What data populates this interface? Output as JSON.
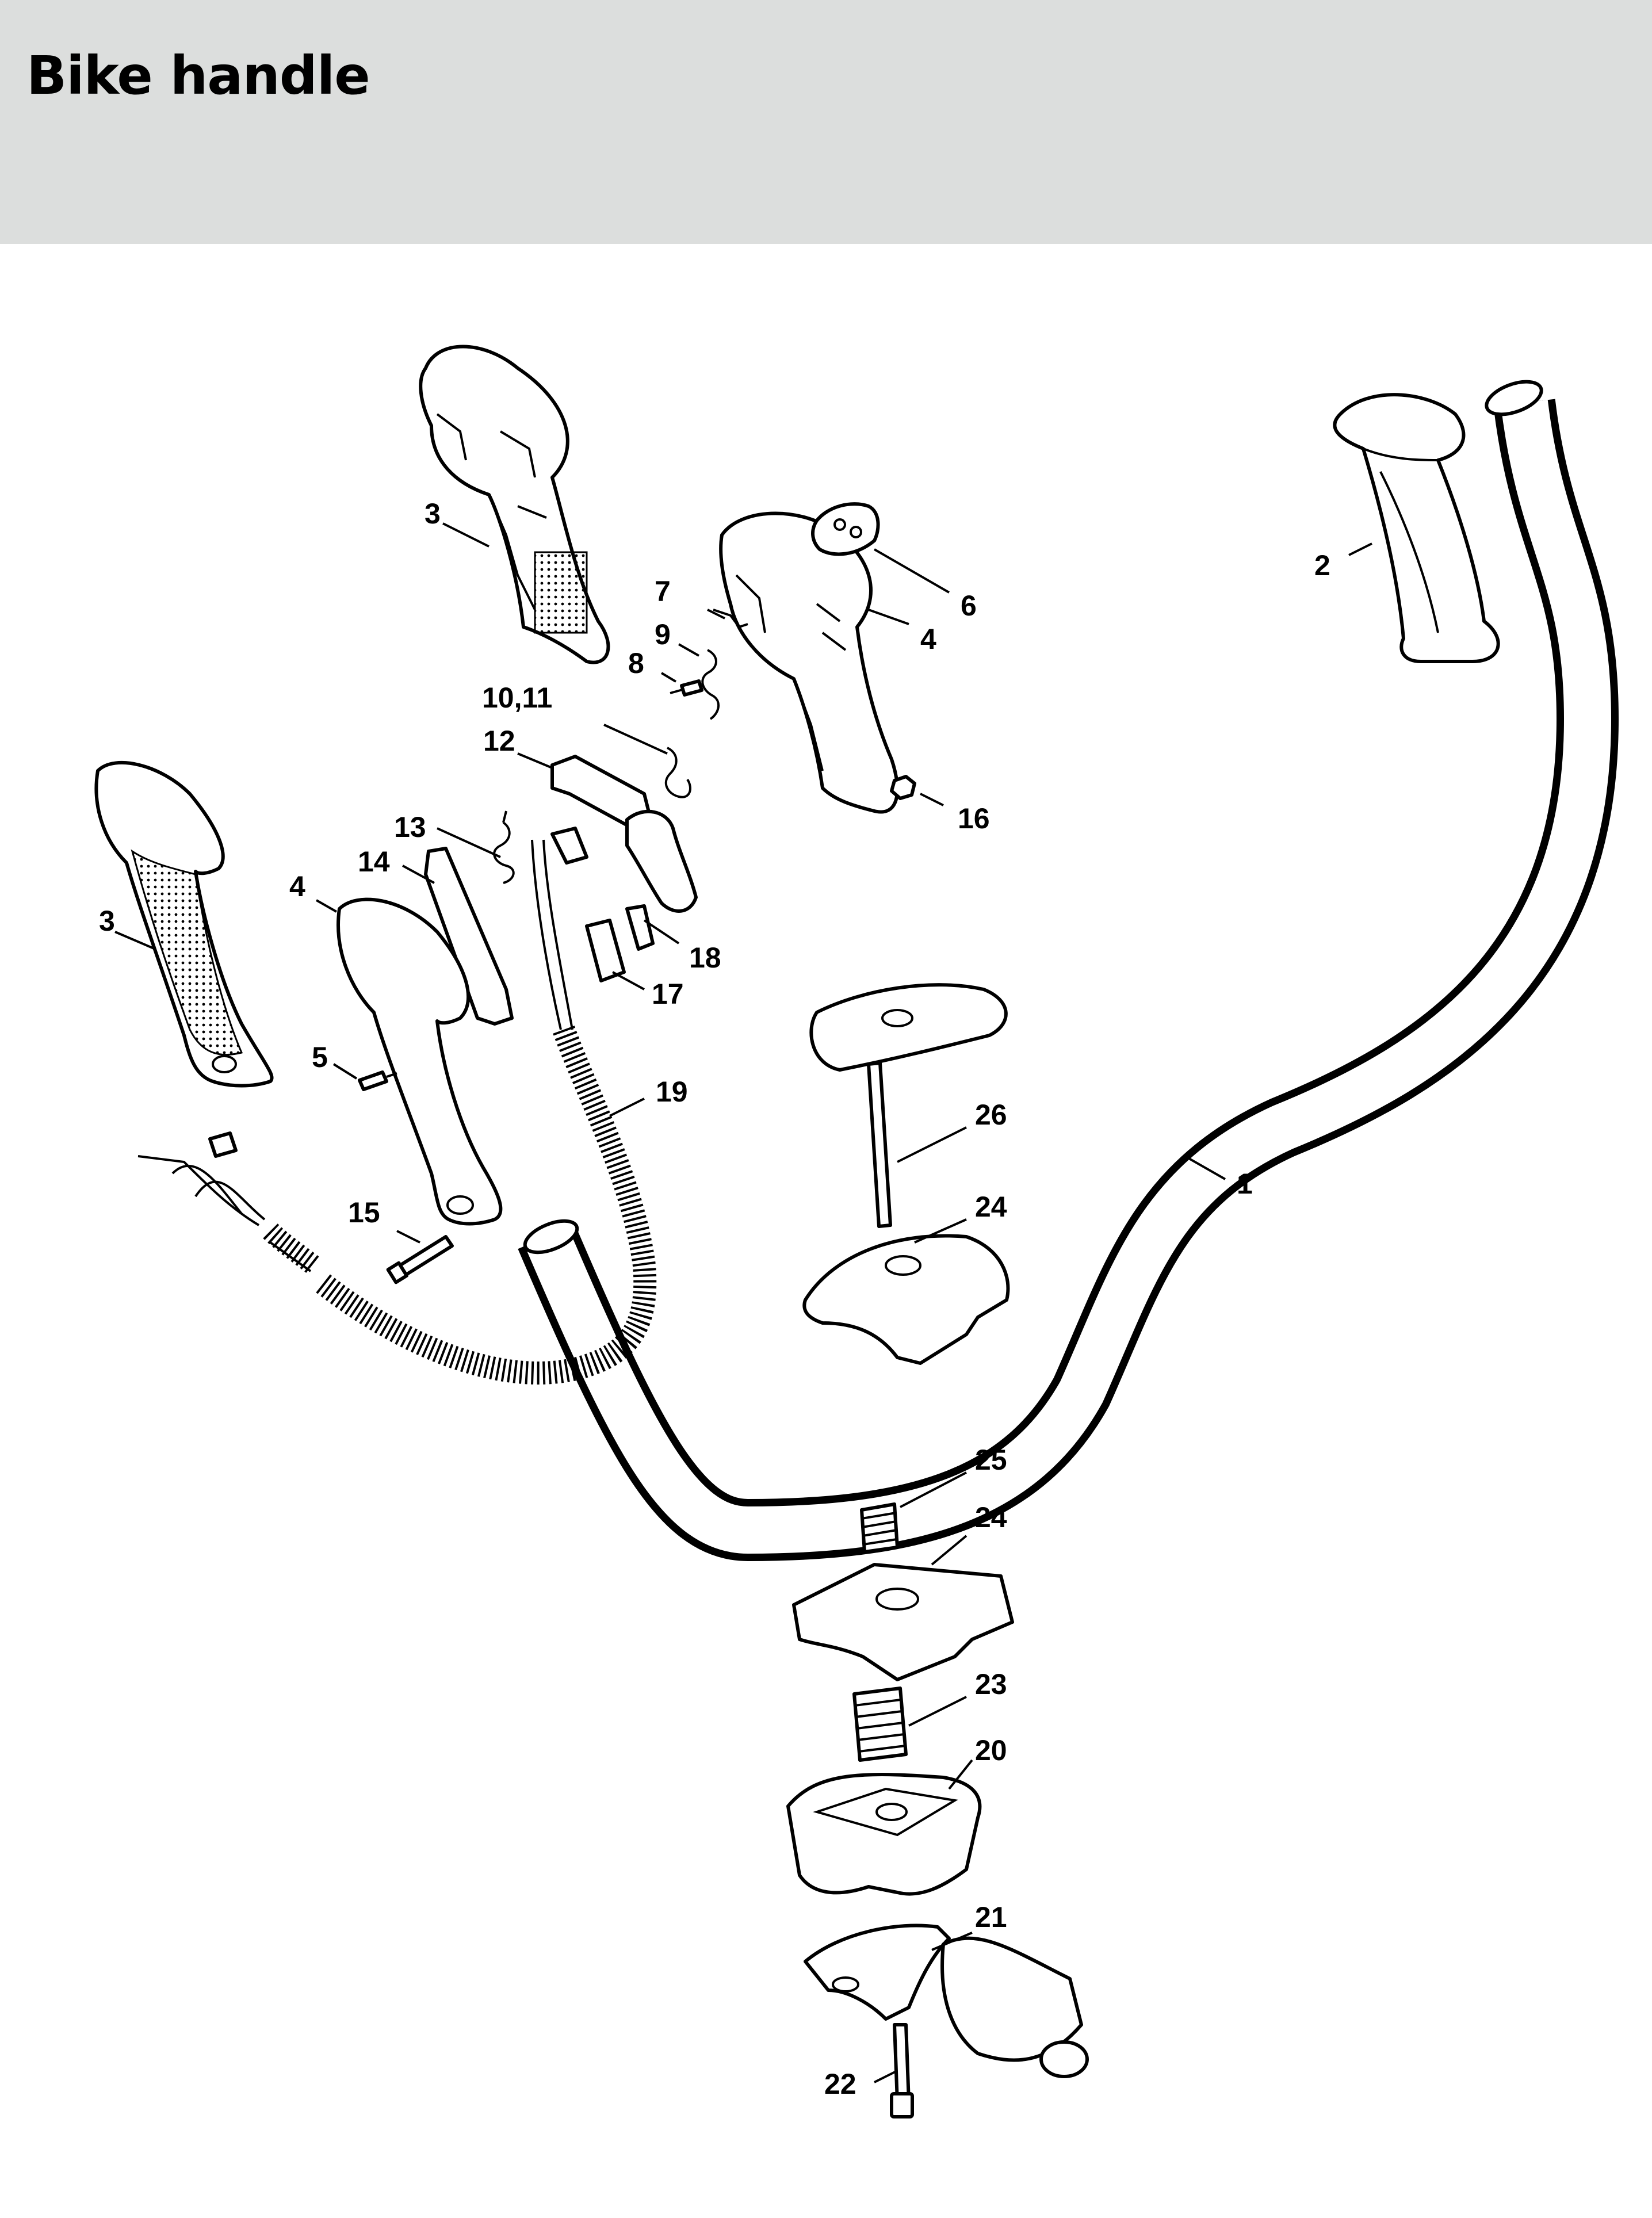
{
  "header": {
    "title": "Bike handle"
  },
  "callouts": [
    {
      "id": "c1",
      "text": "1"
    },
    {
      "id": "c2",
      "text": "2"
    },
    {
      "id": "c3a",
      "text": "3"
    },
    {
      "id": "c3b",
      "text": "3"
    },
    {
      "id": "c4a",
      "text": "4"
    },
    {
      "id": "c4b",
      "text": "4"
    },
    {
      "id": "c5",
      "text": "5"
    },
    {
      "id": "c6",
      "text": "6"
    },
    {
      "id": "c7",
      "text": "7"
    },
    {
      "id": "c8",
      "text": "8"
    },
    {
      "id": "c9",
      "text": "9"
    },
    {
      "id": "c10",
      "text": "10,11"
    },
    {
      "id": "c12",
      "text": "12"
    },
    {
      "id": "c13",
      "text": "13"
    },
    {
      "id": "c14",
      "text": "14"
    },
    {
      "id": "c15",
      "text": "15"
    },
    {
      "id": "c16",
      "text": "16"
    },
    {
      "id": "c17",
      "text": "17"
    },
    {
      "id": "c18",
      "text": "18"
    },
    {
      "id": "c19",
      "text": "19"
    },
    {
      "id": "c20",
      "text": "20"
    },
    {
      "id": "c21",
      "text": "21"
    },
    {
      "id": "c22",
      "text": "22"
    },
    {
      "id": "c23",
      "text": "23"
    },
    {
      "id": "c24a",
      "text": "24"
    },
    {
      "id": "c24b",
      "text": "24"
    },
    {
      "id": "c25",
      "text": "25"
    },
    {
      "id": "c26",
      "text": "26"
    }
  ]
}
